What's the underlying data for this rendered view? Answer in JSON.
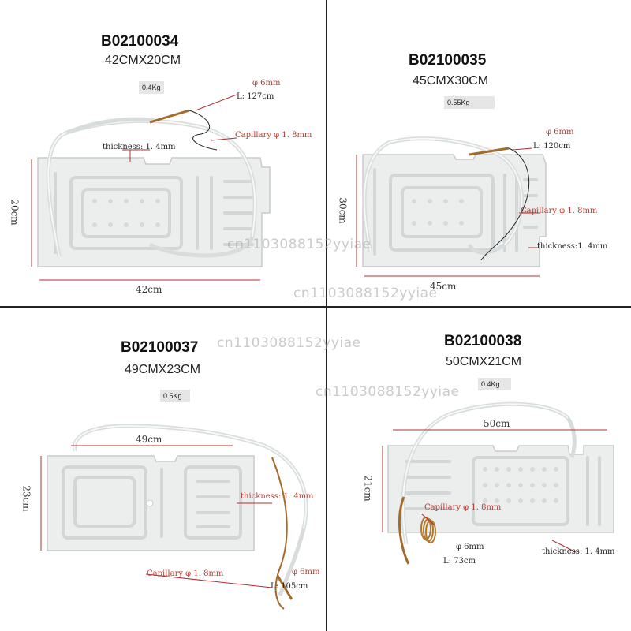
{
  "products": [
    {
      "code": "B02100034",
      "size": "42CMX20CM",
      "weight": "0.4Kg",
      "tube_diameter": "φ 6mm",
      "tube_length": "L:  127cm",
      "capillary": "Capillary φ 1. 8mm",
      "thickness": "thickness: 1. 4mm",
      "height_dim": "20cm",
      "width_dim": "42cm"
    },
    {
      "code": "B02100035",
      "size": "45CMX30CM",
      "weight": "0.55Kg",
      "tube_diameter": "φ 6mm",
      "tube_length": "L:  120cm",
      "capillary": "Capillary φ 1. 8mm",
      "thickness": "thickness:1. 4mm",
      "height_dim": "30cm",
      "width_dim": "45cm"
    },
    {
      "code": "B02100037",
      "size": "49CMX23CM",
      "weight": "0.5Kg",
      "tube_diameter": "φ 6mm",
      "tube_length": "L: 105cm",
      "capillary": "Capillary  φ 1. 8mm",
      "thickness": "thickness: 1. 4mm",
      "height_dim": "23cm",
      "width_dim": "49cm"
    },
    {
      "code": "B02100038",
      "size": "50CMX21CM",
      "weight": "0.4Kg",
      "tube_diameter": "φ 6mm",
      "tube_length": "L:  73cm",
      "capillary": "Capillary φ 1. 8mm",
      "thickness": "thickness: 1. 4mm",
      "height_dim": "21cm",
      "width_dim": "50cm"
    }
  ],
  "watermark": "cn1103088152yyiae"
}
